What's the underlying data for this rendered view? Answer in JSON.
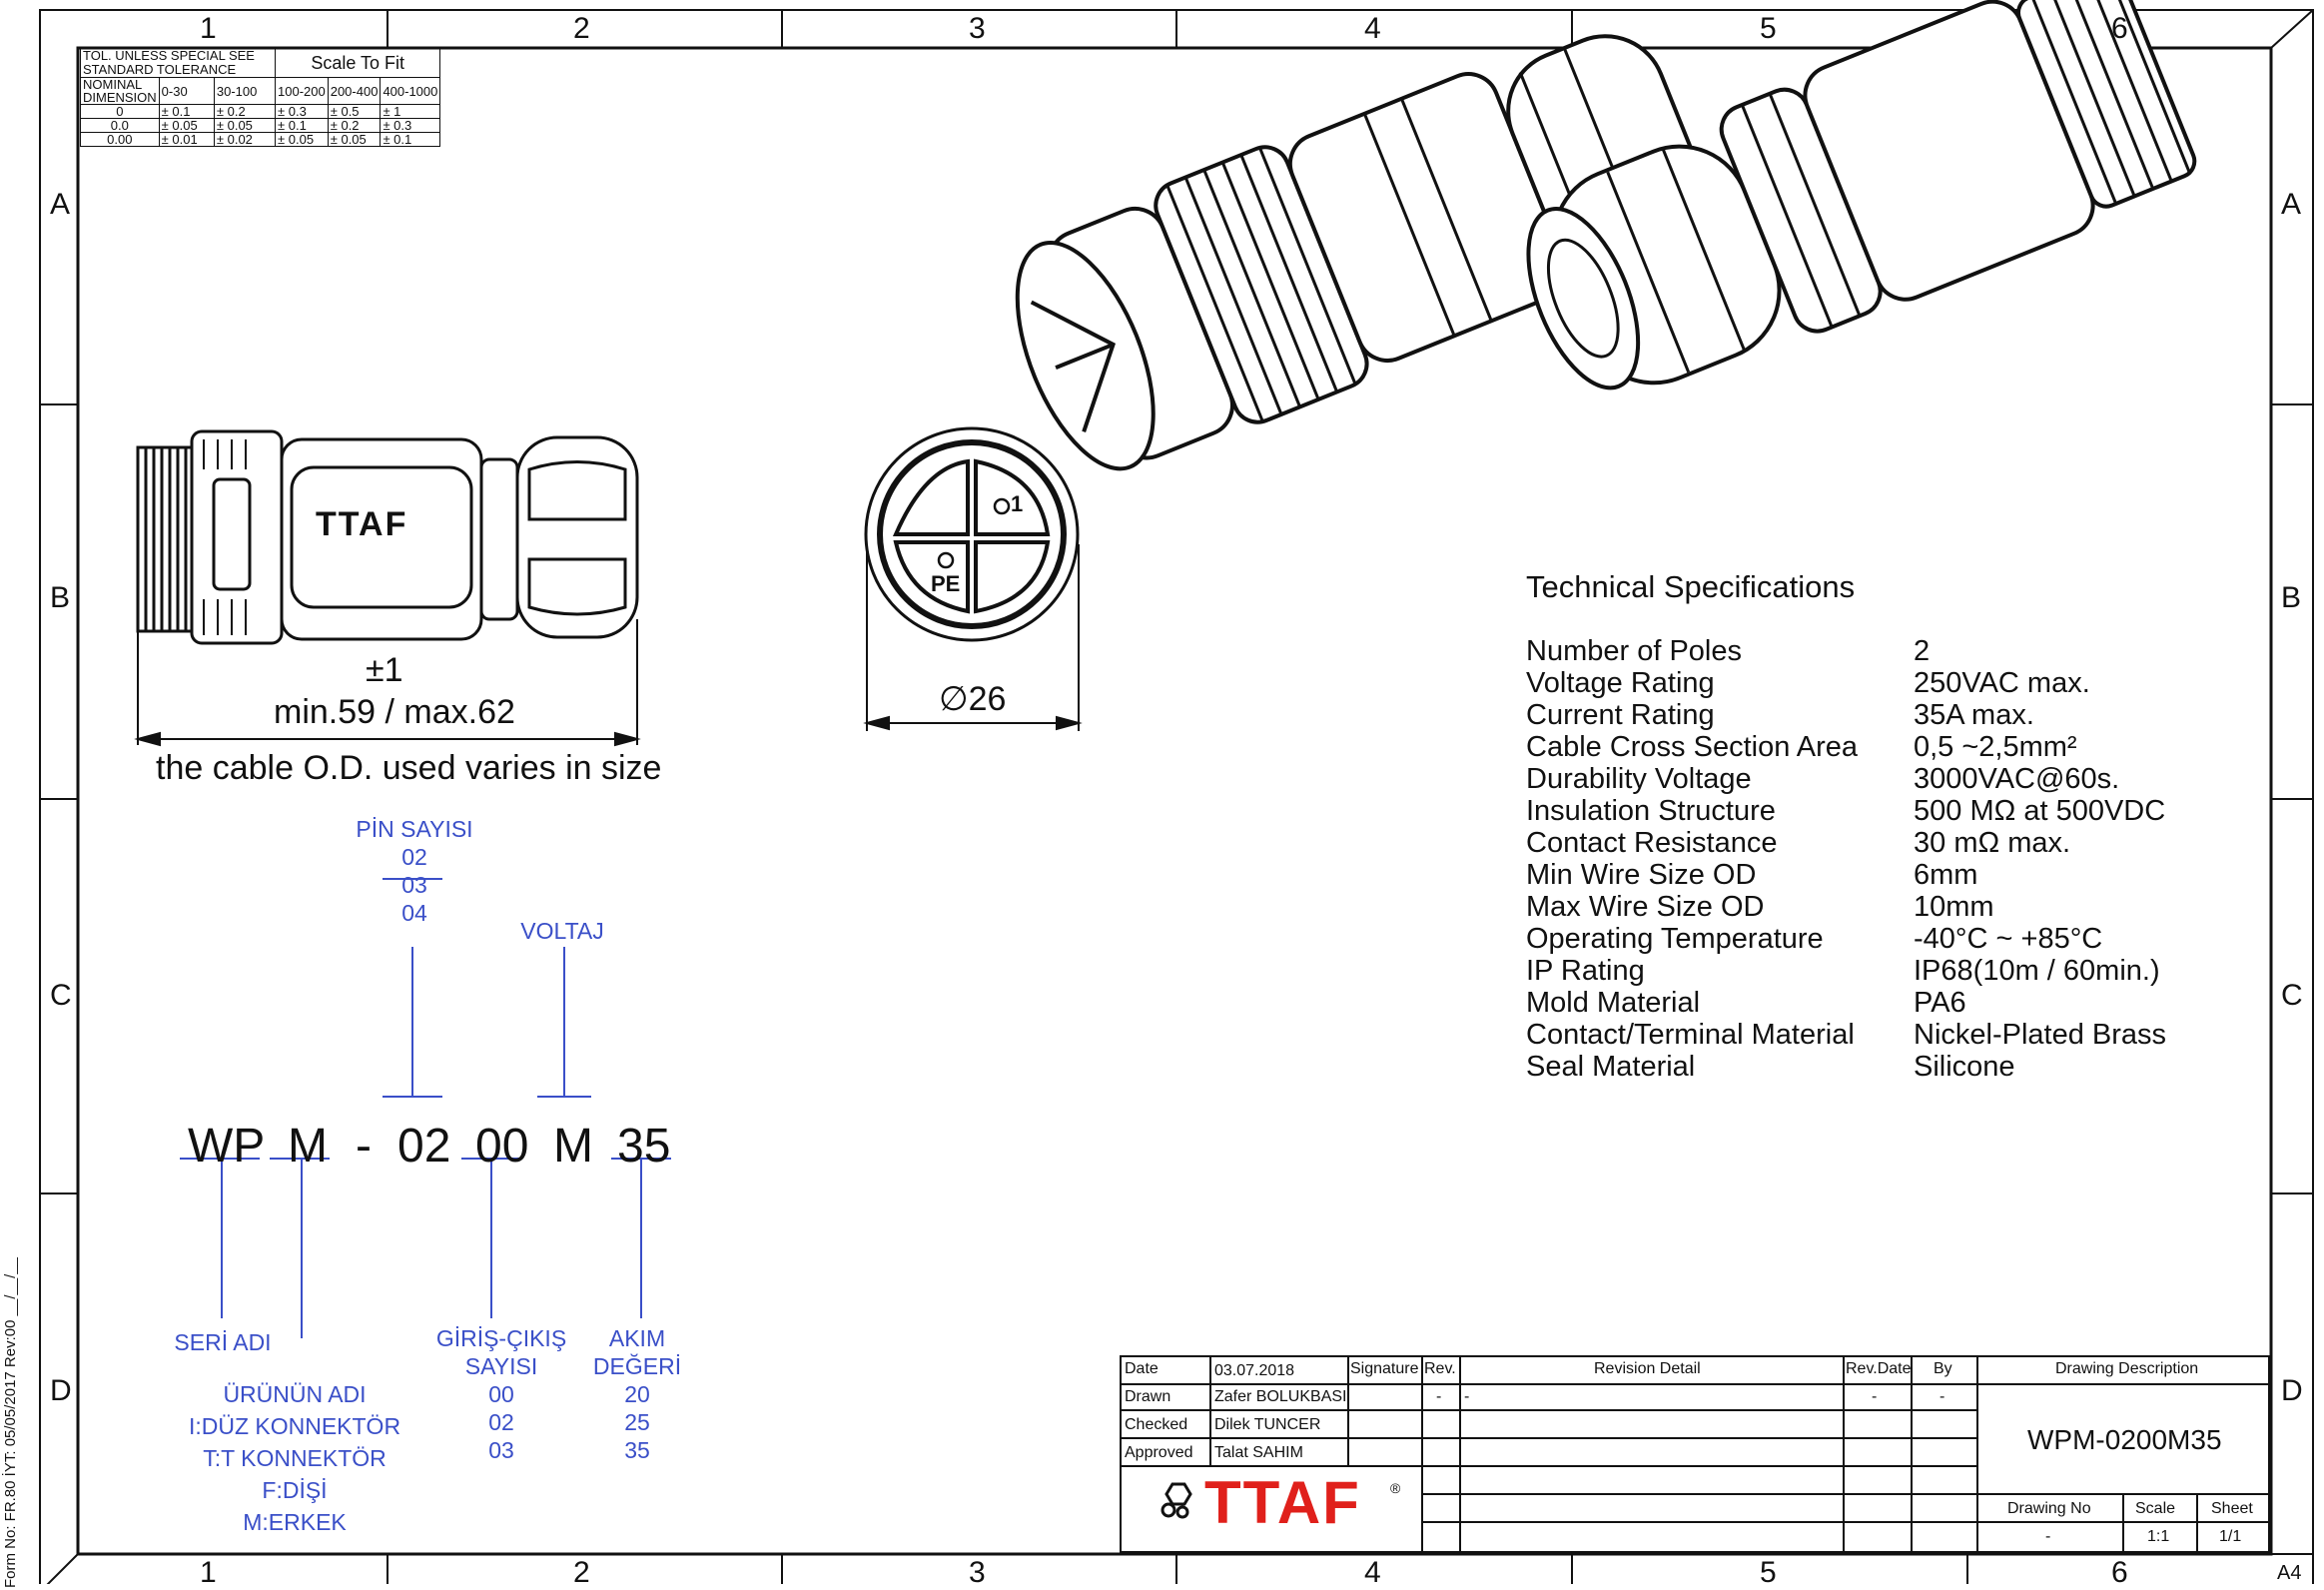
{
  "frame": {
    "columns": [
      "1",
      "2",
      "3",
      "4",
      "5",
      "6"
    ],
    "rows": [
      "A",
      "B",
      "C",
      "D"
    ],
    "sheet_size": "A4",
    "form_note": "Form No: FR.80  İYT: 05/05/2017  Rev:00   __/__/__"
  },
  "tolerance_table": {
    "title": "TOL. UNLESS SPECIAL SEE STANDARD TOLERANCE",
    "scale_note": "Scale To Fit",
    "header": "NOMINAL DIMENSION",
    "ranges": [
      "0-30",
      "30-100",
      "100-200",
      "200-400",
      "400-1000"
    ],
    "rows": [
      {
        "dim": "0",
        "vals": [
          "± 0.1",
          "± 0.2",
          "± 0.3",
          "± 0.5",
          "± 1"
        ]
      },
      {
        "dim": "0.0",
        "vals": [
          "± 0.05",
          "± 0.05",
          "± 0.1",
          "± 0.2",
          "± 0.3"
        ]
      },
      {
        "dim": "0.00",
        "vals": [
          "± 0.01",
          "± 0.02",
          "± 0.05",
          "± 0.05",
          "± 0.1"
        ]
      }
    ]
  },
  "side_view": {
    "tolerance": "±1",
    "length": "min.59 / max.62",
    "note": "the cable O.D. used varies in size",
    "brand": "TTAF"
  },
  "face_view": {
    "diameter": "∅26",
    "pin_1": "1",
    "pin_pe": "PE"
  },
  "specs": {
    "title": "Technical Specifications",
    "items": [
      {
        "label": "Number of Poles",
        "value": "2"
      },
      {
        "label": "Voltage Rating",
        "value": "250VAC max."
      },
      {
        "label": "Current Rating",
        "value": "35A max."
      },
      {
        "label": "Cable Cross Section Area",
        "value": "0,5 ~2,5mm²"
      },
      {
        "label": "Durability Voltage",
        "value": "3000VAC@60s."
      },
      {
        "label": "Insulation Structure",
        "value": "500 MΩ at 500VDC"
      },
      {
        "label": "Contact Resistance",
        "value": "30 mΩ max."
      },
      {
        "label": "Min Wire Size OD",
        "value": "6mm"
      },
      {
        "label": "Max Wire Size OD",
        "value": "10mm"
      },
      {
        "label": "Operating Temperature",
        "value": "-40°C ~ +85°C"
      },
      {
        "label": "IP Rating",
        "value": "IP68(10m / 60min.)"
      },
      {
        "label": "Mold Material",
        "value": "PA6"
      },
      {
        "label": "Contact/Terminal Material",
        "value": "Nickel-Plated Brass"
      },
      {
        "label": "Seal Material",
        "value": "Silicone"
      }
    ]
  },
  "part_code": {
    "segments": [
      "WP",
      "M",
      "-",
      "02",
      "00",
      "M",
      "35"
    ],
    "pin_count": {
      "title": "PİN SAYISI",
      "options": [
        "02",
        "03",
        "04"
      ]
    },
    "voltage": {
      "title": "VOLTAJ"
    },
    "series": {
      "title": "SERİ ADI"
    },
    "product": {
      "lines": [
        "ÜRÜNÜN ADI",
        "I:DÜZ KONNEKTÖR",
        "T:T KONNEKTÖR",
        "F:DİŞİ",
        "M:ERKEK"
      ]
    },
    "inout": {
      "lines": [
        "GİRİŞ-ÇIKIŞ",
        "SAYISI",
        "00",
        "02",
        "03"
      ]
    },
    "current": {
      "lines": [
        "AKIM",
        "DEĞERİ",
        "20",
        "25",
        "35"
      ]
    }
  },
  "title_block": {
    "labels": {
      "date": "Date",
      "drawn": "Drawn",
      "checked": "Checked",
      "approved": "Approved",
      "signature": "Signature",
      "rev": "Rev.",
      "revision_detail": "Revision Detail",
      "rev_date": "Rev.Date",
      "by": "By",
      "drawing_description": "Drawing Description",
      "drawing_no": "Drawing No",
      "scale": "Scale",
      "sheet": "Sheet"
    },
    "date": "03.07.2018",
    "drawn_by": "Zafer BOLUKBASI",
    "checked_by": "Dilek TUNCER",
    "approved_by": "Talat SAHIM",
    "rev_value": "-",
    "revision_detail_value": "-",
    "rev_date_value": "-",
    "by_value": "-",
    "description": "WPM-0200M35",
    "drawing_no_value": "-",
    "scale_value": "1:1",
    "sheet_value": "1/1",
    "logo": "TTAF",
    "registered": "®"
  },
  "colors": {
    "annotation_blue": "#3a4fc8",
    "logo_red": "#e0201b",
    "line": "#111111"
  }
}
